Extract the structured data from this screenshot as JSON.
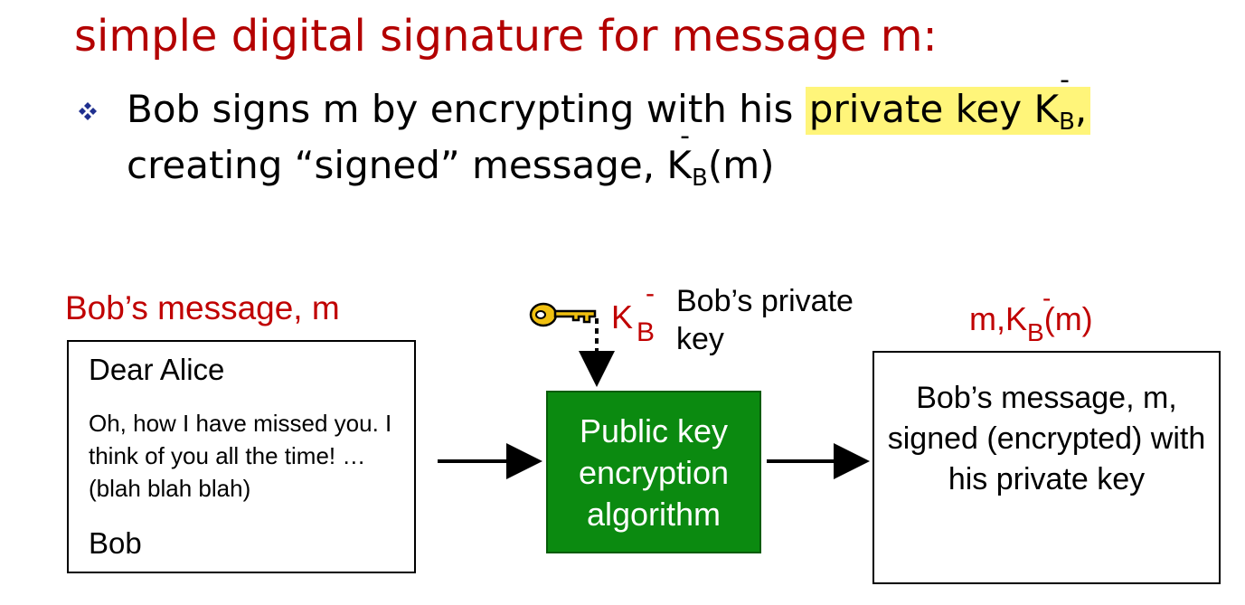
{
  "slide": {
    "title": "simple digital signature for message m:",
    "bullet": {
      "line1_pre": "Bob signs m by encrypting with his ",
      "line1_highlight": "private key K",
      "line1_sub": "B",
      "line1_post": ",",
      "line2_pre": "creating “signed” message, K",
      "line2_sub": "B",
      "line2_post": "(m)",
      "bar": "-"
    }
  },
  "diagram": {
    "message_label": "Bob’s message, m",
    "letter": {
      "salutation": "Dear Alice",
      "body": "Oh, how I have missed you. I think of you all the time! …(blah blah blah)",
      "signature": "Bob"
    },
    "key": {
      "symbol": "K",
      "sub": "B",
      "bar": "-",
      "caption": "Bob’s private key"
    },
    "algorithm_box": "Public key encryption algorithm",
    "result_label": {
      "pre": "m,K",
      "sub": "B",
      "post": "(m)",
      "bar": "-"
    },
    "result_box": "Bob’s message, m, signed (encrypted) with his private key"
  },
  "colors": {
    "title": "#b30000",
    "label_red": "#c00000",
    "highlight": "#fff57a",
    "algo_box": "#0b8a10",
    "bullet": "#1f2f8f",
    "key_gold": "#f0c010"
  },
  "icons": [
    "diamond-bullet-icon",
    "key-icon"
  ]
}
